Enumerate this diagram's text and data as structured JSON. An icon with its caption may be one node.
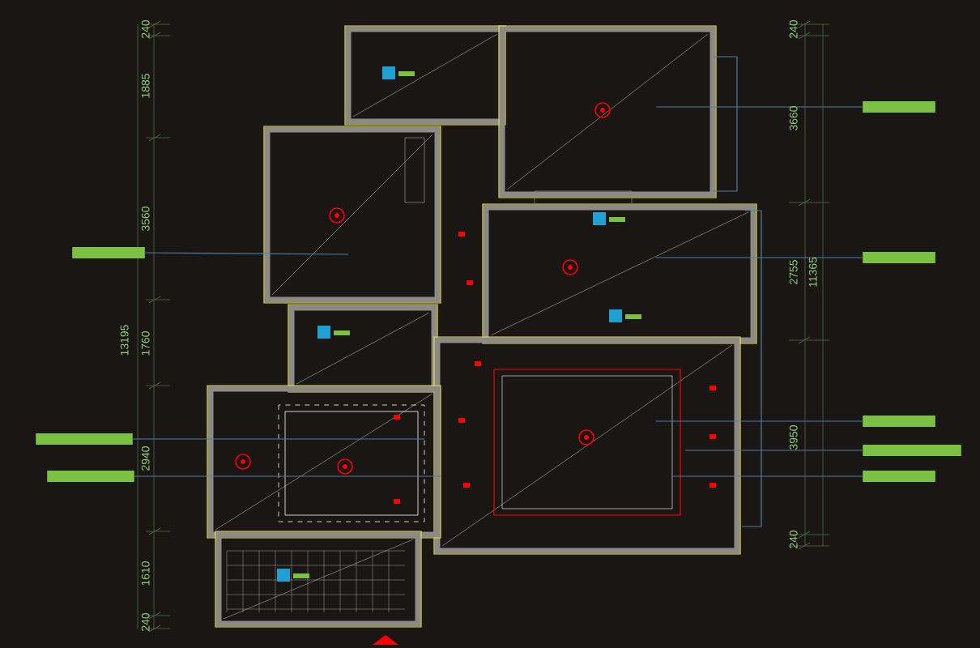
{
  "diagram": {
    "nodes": [
      {
        "text": [],
        "shape": "bar"
      },
      {
        "text": [],
        "shape": "bar"
      },
      {
        "text": [],
        "shape": "bar"
      },
      {
        "text": [],
        "shape": "bar"
      },
      {
        "text": [],
        "shape": "bar"
      },
      {
        "text": [],
        "shape": "bar"
      },
      {
        "text": [],
        "shape": "bar"
      },
      {
        "text": [],
        "shape": "bar"
      }
    ],
    "edges": [
      {
        "from": 0,
        "to": null,
        "arrow": "none"
      },
      {
        "from": 1,
        "to": null,
        "arrow": "none"
      },
      {
        "from": 2,
        "to": null,
        "arrow": "none"
      },
      {
        "from": 3,
        "to": null,
        "arrow": "none"
      },
      {
        "from": 4,
        "to": null,
        "arrow": "none"
      },
      {
        "from": 5,
        "to": null,
        "arrow": "none"
      },
      {
        "from": 6,
        "to": null,
        "arrow": "none"
      },
      {
        "from": 7,
        "to": null,
        "arrow": "none"
      }
    ],
    "labels": [
      "240",
      "1885",
      "3560",
      "13195",
      "1760",
      "2940",
      "1610",
      "240",
      "240",
      "3660",
      "2755",
      "11365",
      "3950",
      "240"
    ]
  }
}
